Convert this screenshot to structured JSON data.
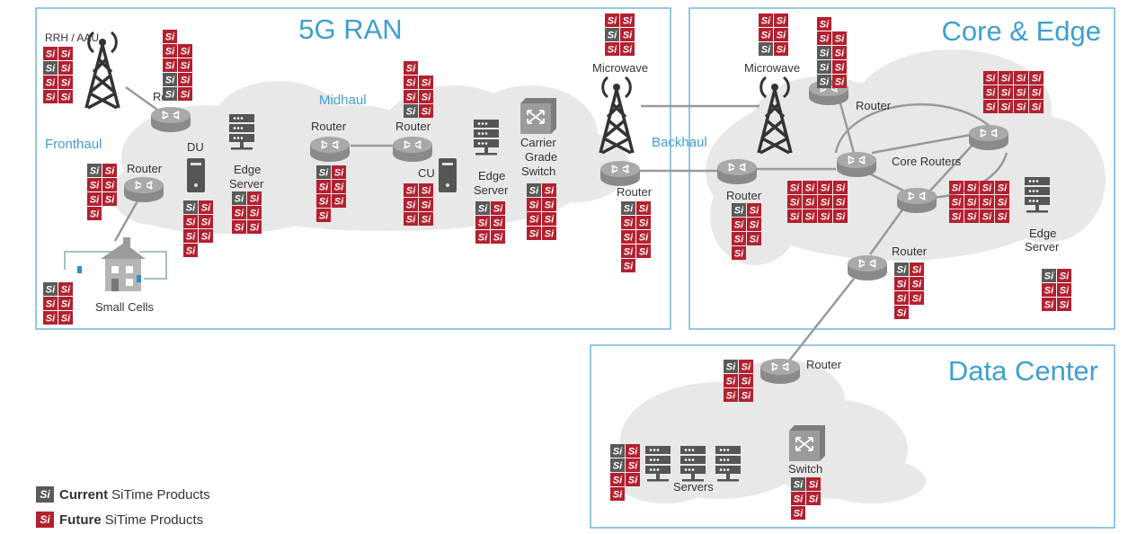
{
  "colors": {
    "current": "#5a5a5a",
    "future": "#b4202f",
    "accent": "#3f9fcf",
    "cloud": "#e8e8e8",
    "panel_border": "#4aa3d1"
  },
  "icon_names": [
    "router-icon",
    "tower-icon",
    "server-icon",
    "switch-icon",
    "pc-icon",
    "house-icon"
  ],
  "chip_text": "Si",
  "panels": {
    "ran": "5G RAN",
    "core": "Core & Edge",
    "dc": "Data Center"
  },
  "labels": {
    "rrh": "RRH / AAU",
    "fronthaul": "Fronthaul",
    "midhaul": "Midhaul",
    "backhaul": "Backhaul",
    "router_a": "Router",
    "router_b": "Router",
    "router_c": "Router",
    "router_d": "Router",
    "router_e": "Router",
    "router_f": "Router",
    "router_g": "Router",
    "router_h": "Router",
    "router_i": "Router",
    "du": "DU",
    "cu": "CU",
    "edge_server_1_a": "Edge",
    "edge_server_1_b": "Server",
    "edge_server_2_a": "Edge",
    "edge_server_2_b": "Server",
    "edge_server_3_a": "Edge",
    "edge_server_3_b": "Server",
    "carrier_a": "Carrier",
    "carrier_b": "Grade",
    "carrier_c": "Switch",
    "microwave_1": "Microwave",
    "microwave_2": "Microwave",
    "small_cells": "Small Cells",
    "core_routers": "Core Routers",
    "servers": "Servers",
    "switch": "Switch"
  },
  "legend": {
    "current_bold": "Current",
    "current_rest": "SiTime Products",
    "future_bold": "Future",
    "future_rest": "SiTime Products"
  }
}
